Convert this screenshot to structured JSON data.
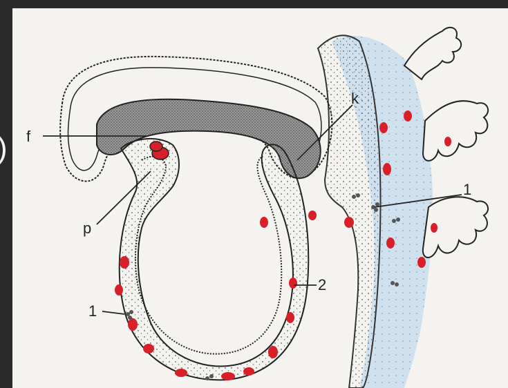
{
  "labels": {
    "f": "f",
    "k": "k",
    "p": "p",
    "one_left": "1",
    "one_right": "1",
    "two": "2"
  },
  "colors": {
    "paper": "#f4f3ef",
    "blood_vessel": "#d8202a",
    "uterine_tissue": "#cfe0ee",
    "embryo_plate": "#8a8a8a",
    "outline": "#222222"
  }
}
